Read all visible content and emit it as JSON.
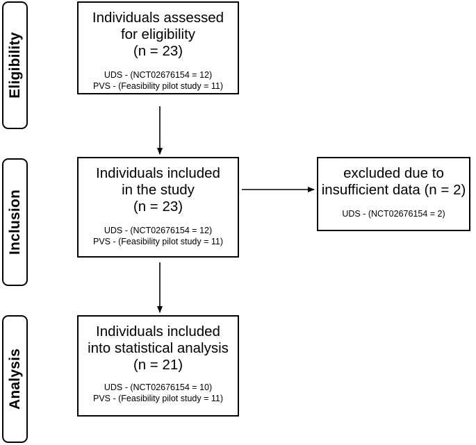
{
  "phases": {
    "eligibility": "Eligibility",
    "inclusion": "Inclusion",
    "analysis": "Analysis"
  },
  "boxes": {
    "assessed": {
      "line1": "Individuals assessed",
      "line2": "for eligibility",
      "count": "(n = 23)",
      "uds": "UDS - (NCT02676154 = 12)",
      "pvs": "PVS - (Feasibility pilot study = 11)"
    },
    "included": {
      "line1": "Individuals included",
      "line2": "in the study",
      "count": "(n = 23)",
      "uds": "UDS - (NCT02676154 = 12)",
      "pvs": "PVS - (Feasibility pilot study = 11)"
    },
    "excluded": {
      "line1": "excluded due to",
      "line2": "insufficient data (n = 2)",
      "uds": "UDS - (NCT02676154 = 2)"
    },
    "analysis": {
      "line1": "Individuals included",
      "line2": "into statistical analysis",
      "count": "(n = 21)",
      "uds": "UDS - (NCT02676154 = 10)",
      "pvs": "PVS - (Feasibility pilot study = 11)"
    }
  }
}
